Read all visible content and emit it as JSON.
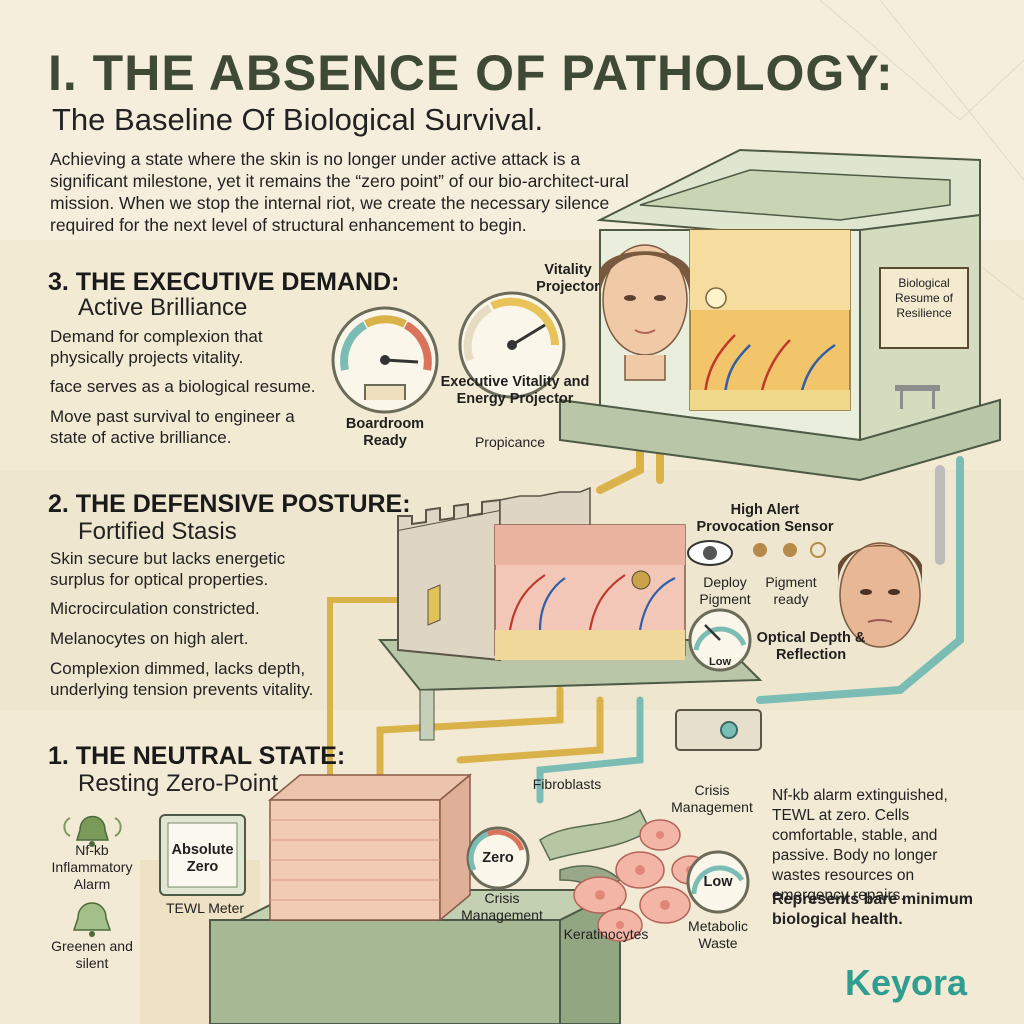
{
  "header": {
    "title": "I. THE ABSENCE OF PATHOLOGY:",
    "subtitle": "The Baseline Of Biological Survival.",
    "intro": "Achieving a state where the skin is no longer under active attack is a significant milestone, yet it remains the “zero point” of our bio-architect-ural mission. When we stop the internal riot, we create the necessary silence required for the next level of structural enhancement to begin."
  },
  "section3": {
    "heading": "3. THE EXECUTIVE DEMAND:",
    "subheading": "Active Brilliance",
    "lines": [
      "Demand for complexion that physically projects vitality.",
      "face serves as a biological resume.",
      "Move past survival to engineer a state of active brilliance."
    ],
    "gauge1_label": "Boardroom Ready",
    "gauge2_top_label": "Vitality Projector",
    "gauge2_label": "Executive Vitality and Energy Projector",
    "gauge2_sub": "Propicance",
    "sign": "Biological Resume of Resilience"
  },
  "section2": {
    "heading": "2. THE DEFENSIVE POSTURE:",
    "subheading": "Fortified Stasis",
    "lines": [
      "Skin secure but lacks energetic surplus for optical properties.",
      "Microcirculation constricted.",
      "Melanocytes on high alert.",
      "Complexion dimmed, lacks depth, underlying tension prevents vitality."
    ],
    "sensor_label": "High Alert Provocation Sensor",
    "deploy_label": "Deploy Pigment",
    "pigment_label": "Pigment ready",
    "optical_label": "Optical Depth & Reflection",
    "optical_gauge": "Low"
  },
  "section1": {
    "heading": "1. THE NEUTRAL STATE:",
    "subheading": "Resting Zero-Point",
    "alarm_label": "Nf-kb Inflammatory Alarm",
    "alarm_off_label": "Greenen and silent",
    "meter_display": "Absolute Zero",
    "meter_label": "TEWL Meter",
    "fibroblasts": "Fibroblasts",
    "crisis_top": "Crisis Management",
    "zero_gauge": "Zero",
    "crisis_bottom": "Crisis Management",
    "keratinocytes": "Keratinocytes",
    "low_gauge": "Low",
    "metabolic": "Metabolic Waste",
    "desc": "Nf-kb alarm extinguished, TEWL at zero. Cells comfortable, stable, and passive. Body no longer wastes resources on emergency repairs.",
    "desc_bold": "Represents bare minimum biological health."
  },
  "brand": {
    "name": "Keyora",
    "color": "#2f9d8f"
  },
  "colors": {
    "title": "#3f4a36",
    "background": "#f4ecda",
    "platform": "#b9c7a8",
    "pipe_gold": "#d9b24a",
    "pipe_teal": "#7bbdb5"
  }
}
